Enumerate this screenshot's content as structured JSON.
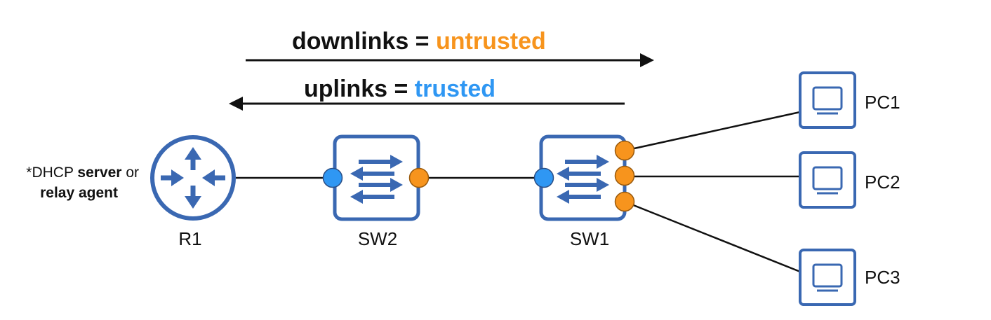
{
  "colors": {
    "device_blue": "#3a68b2",
    "untrusted": "#f7941d",
    "trusted": "#2f97f3",
    "line": "#111111"
  },
  "header": {
    "downlinks": {
      "prefix": "downlinks = ",
      "value": "untrusted"
    },
    "uplinks": {
      "prefix": "uplinks = ",
      "value": "trusted"
    }
  },
  "router_note": {
    "line1_prefix": "*DHCP ",
    "line1_bold": "server",
    "line1_suffix": " or",
    "line2_bold": "relay agent"
  },
  "devices": {
    "r1": {
      "label": "R1",
      "icon": "router-icon"
    },
    "sw2": {
      "label": "SW2",
      "icon": "switch-icon"
    },
    "sw1": {
      "label": "SW1",
      "icon": "switch-icon"
    },
    "pc1": {
      "label": "PC1",
      "icon": "pc-icon"
    },
    "pc2": {
      "label": "PC2",
      "icon": "pc-icon"
    },
    "pc3": {
      "label": "PC3",
      "icon": "pc-icon"
    }
  }
}
